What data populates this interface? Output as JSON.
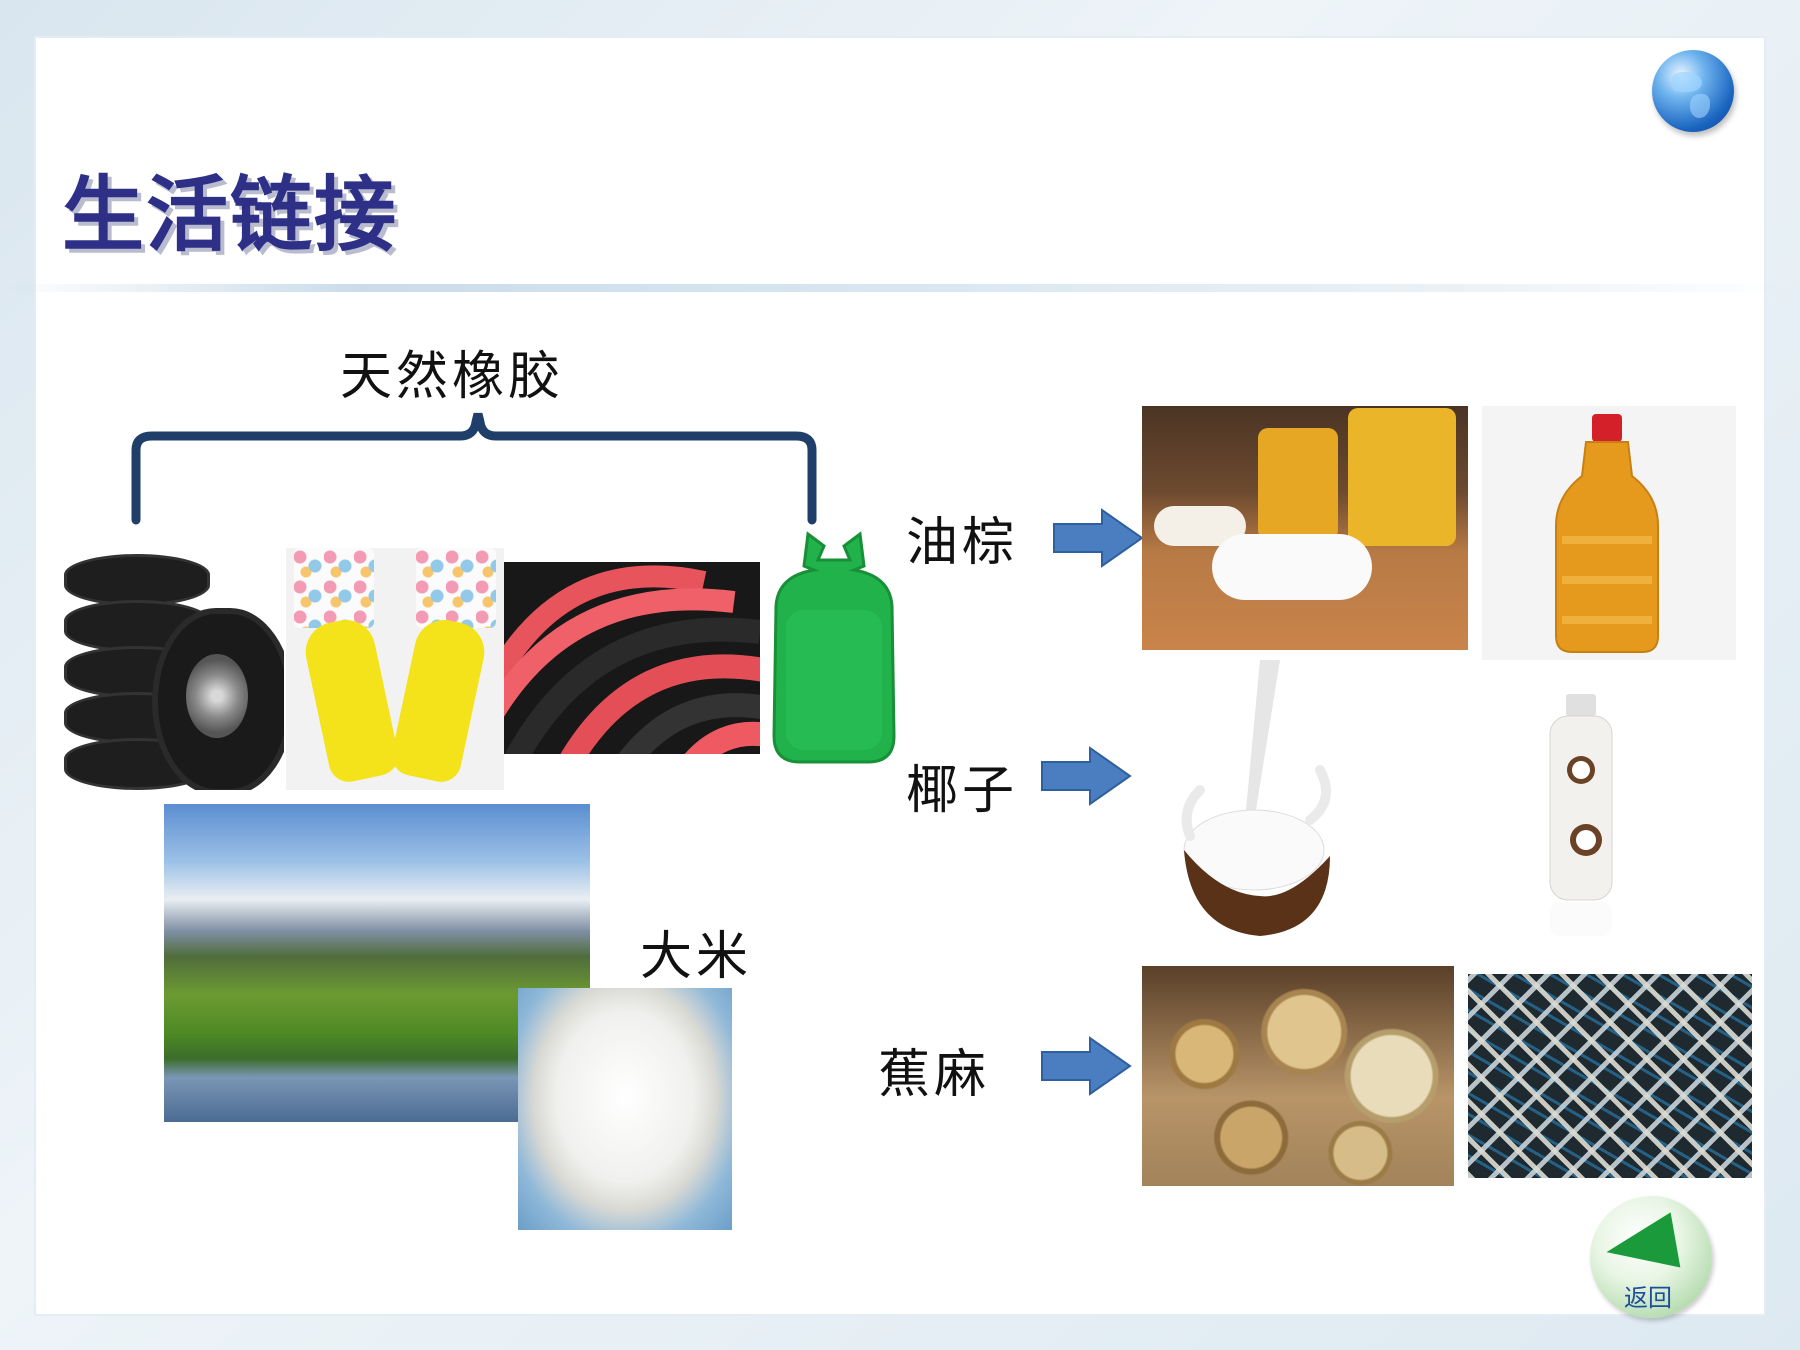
{
  "slide": {
    "title": "生活链接",
    "group_label": "天然橡胶",
    "rice_label": "大米",
    "rows": [
      {
        "label": "油棕"
      },
      {
        "label": "椰子"
      },
      {
        "label": "蕉麻"
      }
    ],
    "back_button": {
      "label": "返回"
    }
  },
  "colors": {
    "title": "#2e2f86",
    "brace": "#1f3f6a",
    "arrow_fill": "#4a7ec1",
    "arrow_stroke": "#2e5f9e"
  },
  "icons": [
    "globe-icon",
    "back-arrow-icon"
  ]
}
